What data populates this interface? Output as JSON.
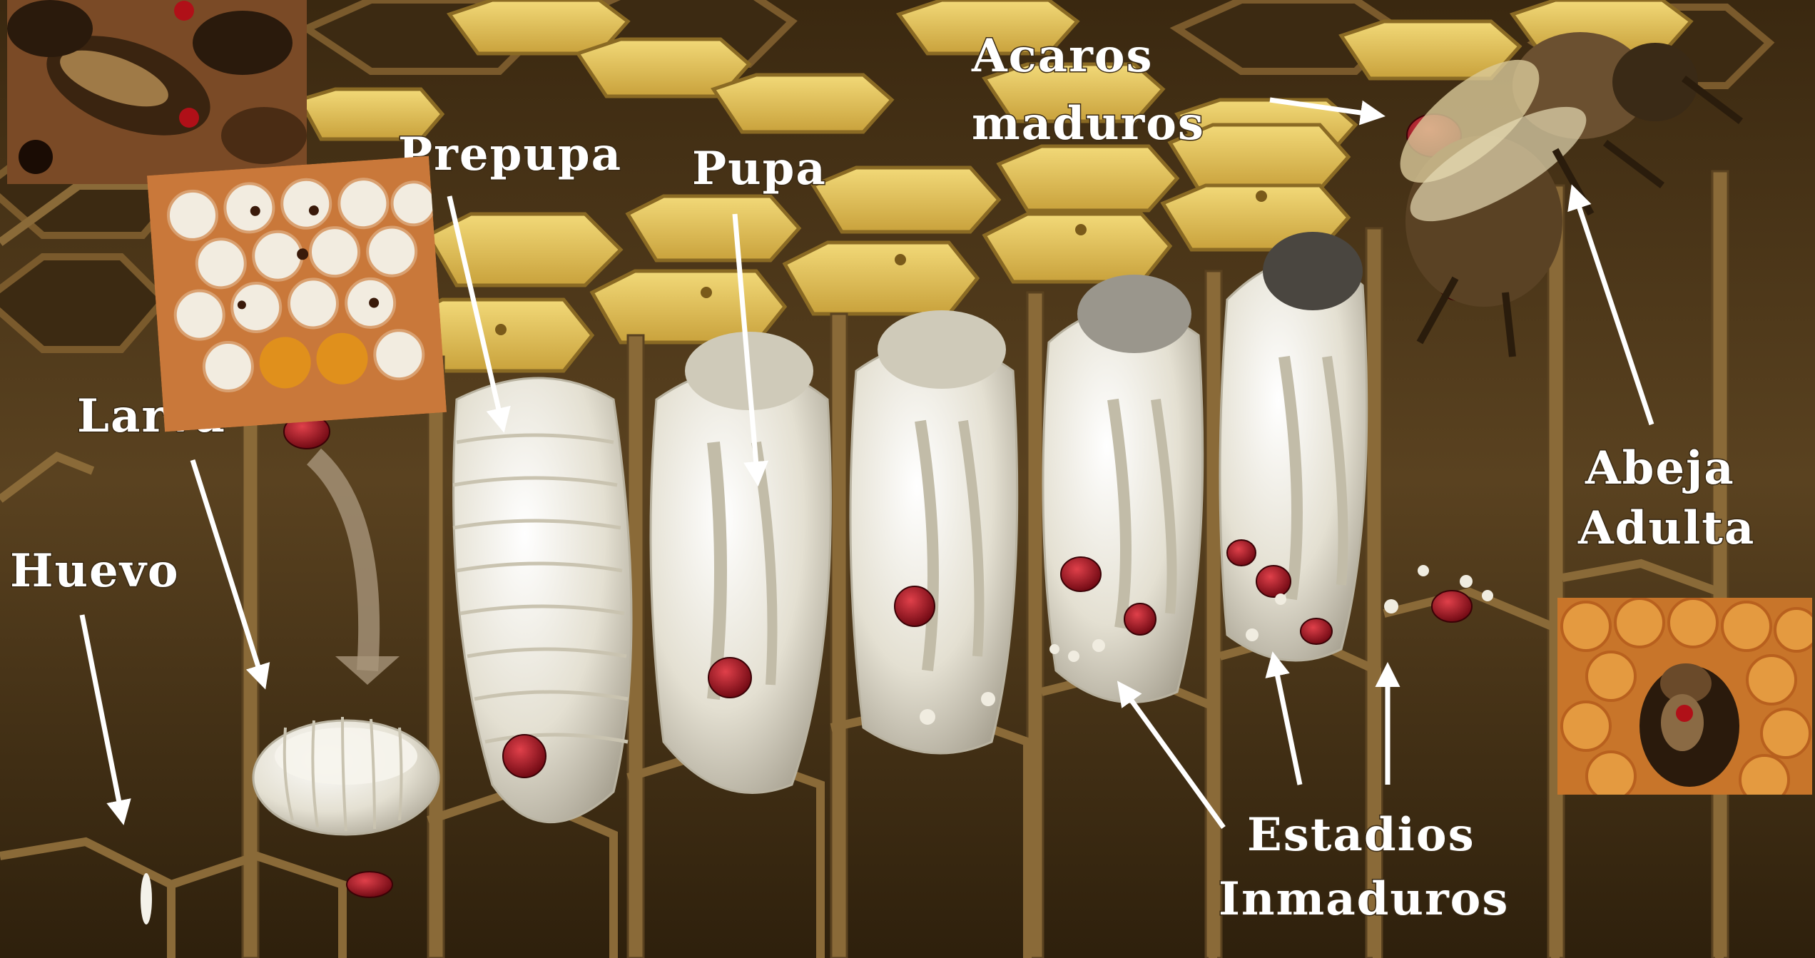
{
  "labels": {
    "huevo": "Huevo",
    "larva": "Larva",
    "prepupa": "Prepupa",
    "pupa": "Pupa",
    "acaros_line1": "Acaros",
    "acaros_line2": "maduros",
    "abeja_line1": "Abeja",
    "abeja_line2": "Adulta",
    "estadios_line1": "Estadios",
    "estadios_line2": "Inmaduros"
  },
  "colors": {
    "comb_wax": "#e2c35a",
    "cell_dark": "#4a3618",
    "cell_wall": "#8a6a38",
    "brood_white": "#ece9df",
    "mite_red": "#a2121c"
  },
  "icons": [
    "arrow-icon",
    "mite-icon",
    "bee-icon",
    "egg-icon"
  ]
}
